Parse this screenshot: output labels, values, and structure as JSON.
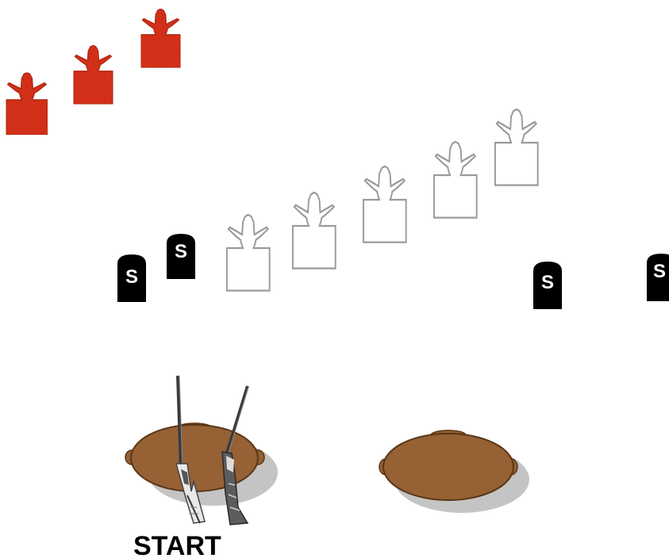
{
  "stage": {
    "start_label": "START",
    "shotgun_target_letter": "S"
  },
  "legend_items": [
    {
      "kind": "red_cowboy_target",
      "count": 3
    },
    {
      "kind": "white_cowboy_target",
      "count": 5
    },
    {
      "kind": "shotgun_knockdown_target",
      "count": 4
    },
    {
      "kind": "barrel_table",
      "count": 2
    },
    {
      "kind": "rifle",
      "count": 2
    }
  ],
  "colors": {
    "red_target": "#dd2a17",
    "red_target_dark": "#b01a0c",
    "white_target_outline": "#9a9a9a",
    "shotgun_target": "#000000",
    "table_fill": "#956135",
    "table_outline": "#5a3514",
    "shadow": "#c4c4c4"
  }
}
